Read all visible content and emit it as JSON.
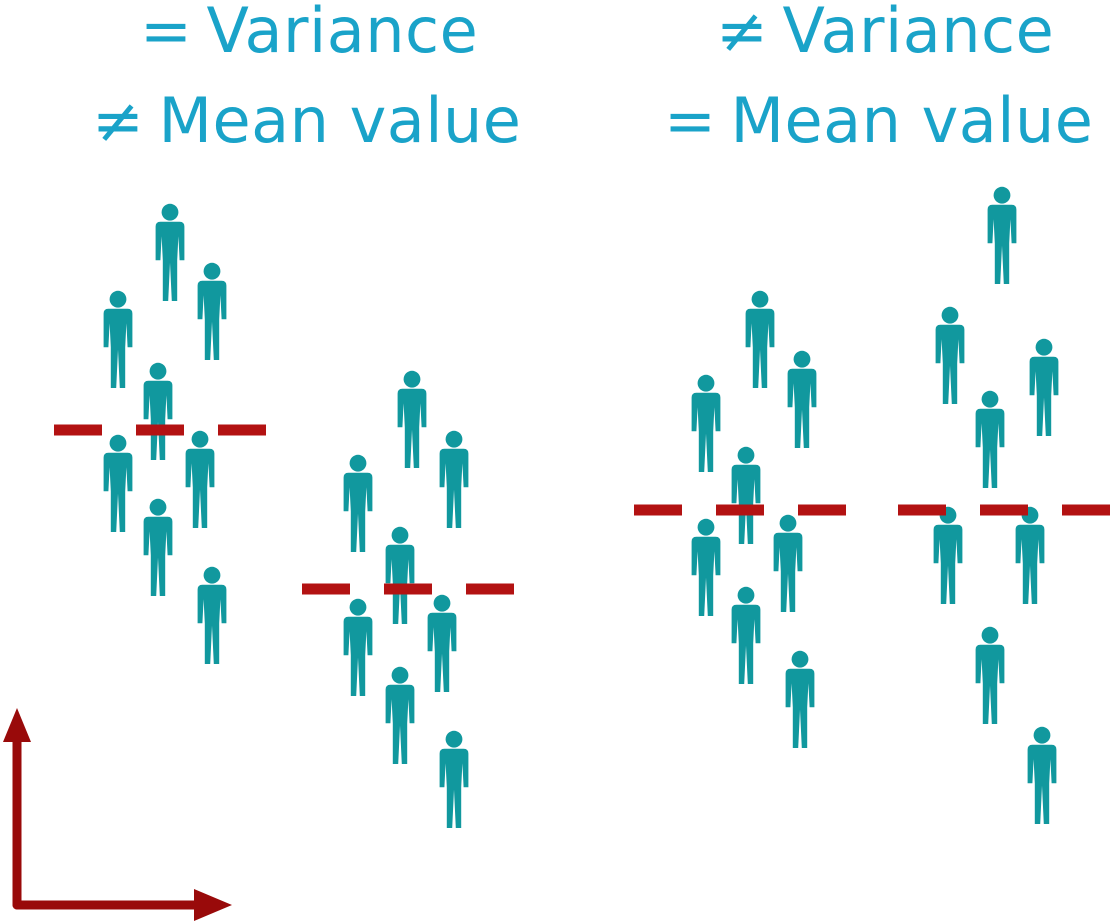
{
  "panels": [
    {
      "variance": {
        "symbol": "=",
        "text": "Variance"
      },
      "mean": {
        "symbol": "≠",
        "text": "Mean value"
      }
    },
    {
      "variance": {
        "symbol": "≠",
        "text": "Variance"
      },
      "mean": {
        "symbol": "=",
        "text": "Mean value"
      }
    }
  ],
  "colors": {
    "text": "#1aa3c9",
    "person": "#11989e",
    "mean_line": "#b31212",
    "axis_arrow": "#990a0a"
  },
  "icons": {
    "person": "person-icon",
    "mean": "dashed-mean-line",
    "axes": "axis-arrows-icon"
  }
}
